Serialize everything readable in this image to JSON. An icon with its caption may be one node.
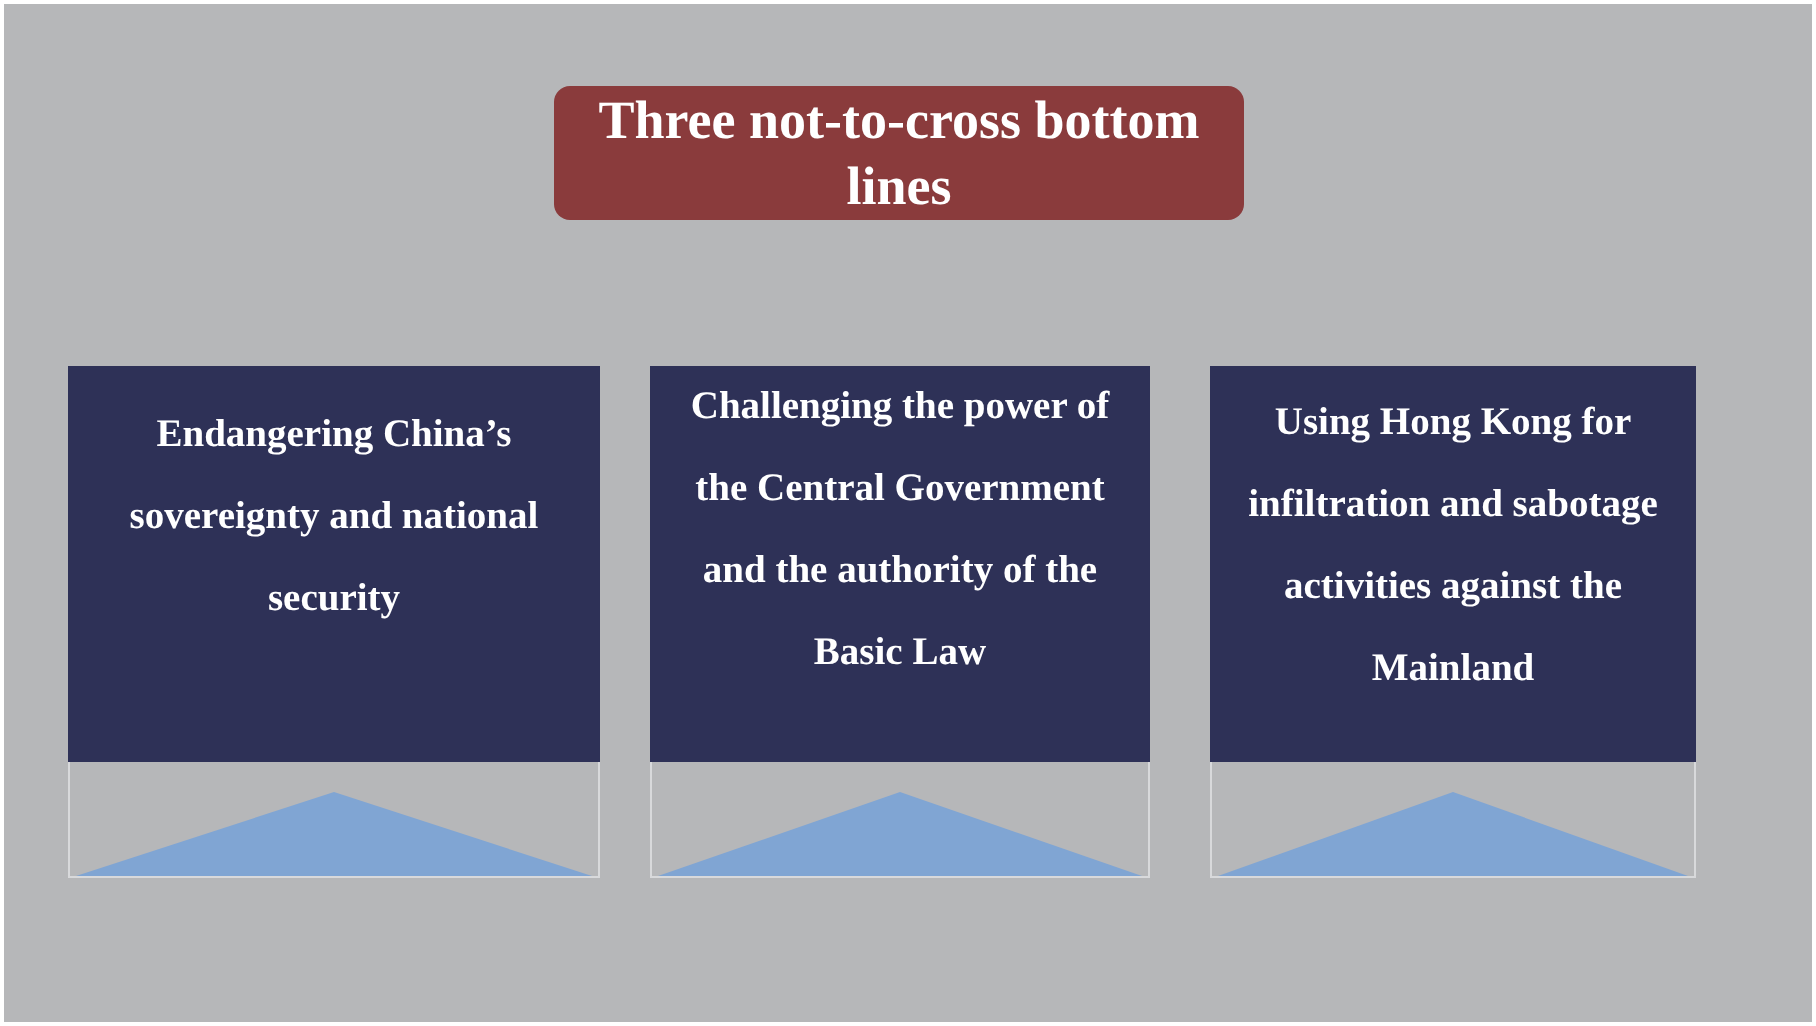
{
  "diagram": {
    "nodes": [
      {
        "text": [
          "Three not-to-cross bottom lines"
        ]
      },
      {
        "text": [
          "Endangering China’s sovereignty and national security"
        ]
      },
      {
        "text": [
          "Challenging the power of the Central Government and the authority of the Basic Law"
        ]
      },
      {
        "text": [
          "Using Hong Kong for infiltration and sabotage activities against the Mainland"
        ]
      }
    ]
  }
}
